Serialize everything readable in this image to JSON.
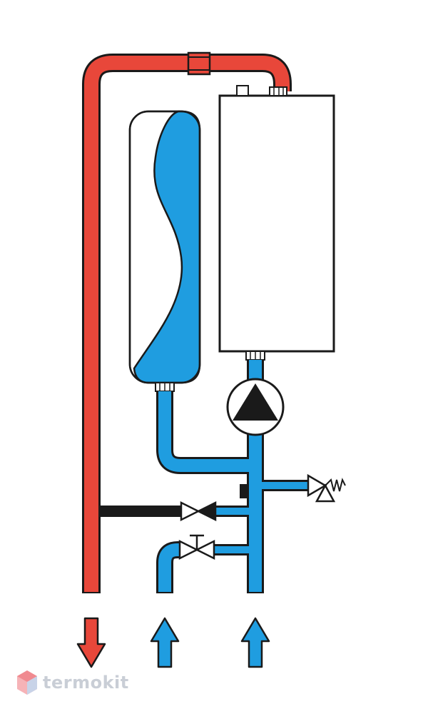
{
  "diagram": {
    "colors": {
      "hot_pipe": "#e8473a",
      "cold_pipe": "#1f9de0",
      "outline": "#1a1a1a",
      "boiler_fill": "#ffffff",
      "arrow_down": "#e8473a",
      "arrow_up": "#1f9de0"
    },
    "components": {
      "boiler": "electric-boiler",
      "expansion_tank": "membrane-expansion-tank",
      "pump": "circulation-pump",
      "safety_valve": "pressure-relief-valve",
      "check_valve": "non-return-valve",
      "fill_valve": "shutoff-valve",
      "sensor": "sensor-block"
    },
    "flows": [
      {
        "name": "supply",
        "direction": "down",
        "color": "#e8473a"
      },
      {
        "name": "makeup",
        "direction": "up",
        "color": "#1f9de0"
      },
      {
        "name": "return",
        "direction": "up",
        "color": "#1f9de0"
      }
    ]
  },
  "watermark": {
    "text": "termokit",
    "logo_icon": "hexagon-logo-icon"
  }
}
